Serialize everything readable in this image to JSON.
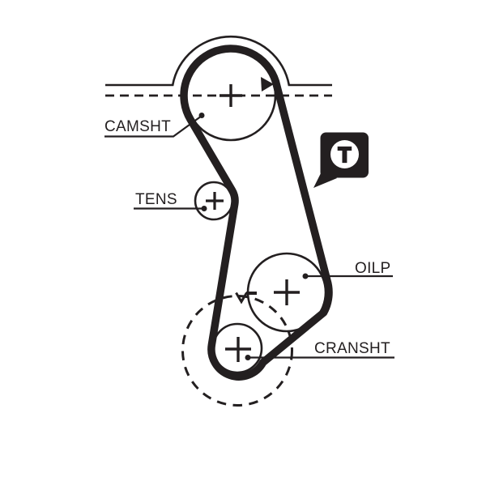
{
  "labels": {
    "camshaft": "CAMSHT",
    "tensioner": "TENS",
    "oil_pump": "OILP",
    "crankshaft": "CRANSHT"
  },
  "badge": {
    "letter": "T"
  },
  "icons": {
    "belt_direction_arrow": "right-arrowhead",
    "crank_rotation_arrow": "v-arrowhead",
    "timing_mark": "short-dash",
    "badge_shape": "black-rounded-square-speech-bubble"
  },
  "colors": {
    "ink": "#231f20",
    "background": "#ffffff"
  }
}
